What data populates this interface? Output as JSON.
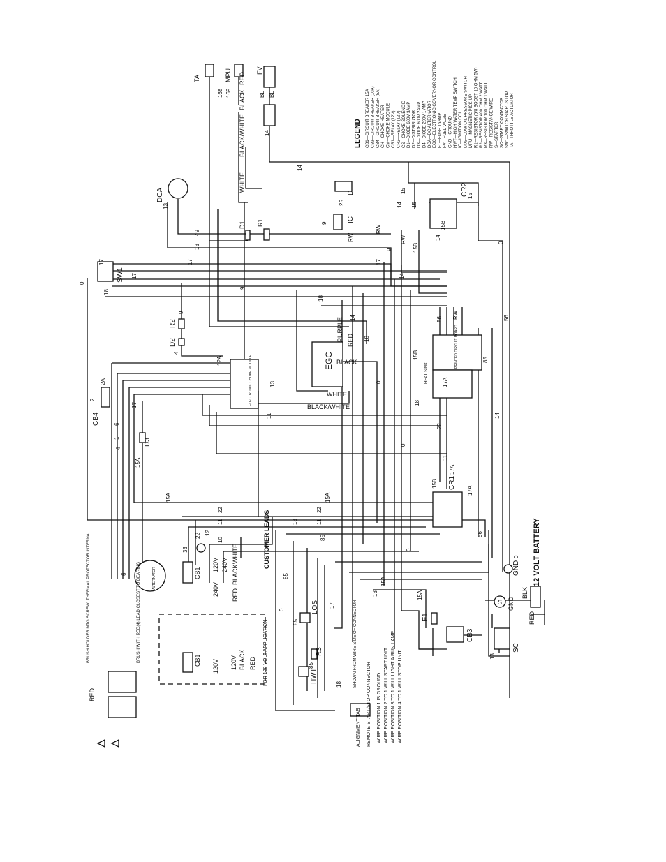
{
  "diagram": {
    "legend": {
      "title": "LEGEND",
      "items": [
        "CB1—CIRCUIT BREAKER 15A",
        "CB3—CIRCUIT BREAKER (10A)",
        "CB4—CIRCUIT BREAKER (5A)",
        "CH—CHOKE HEATER",
        "CM—CHOKE MODULE",
        "CR1—RELAY (12V)",
        "CR2—RELAY (12V)",
        "CS—CHOKE SOLENOID",
        "D1—DIODE 600V 3AMP",
        "D2—DISTRIBUTOR",
        "D3—DIODE 600V 2AMP",
        "D4—DIODE 200V 1 AMP",
        "DCA—DC ALTERNATOR",
        "EGC—ELECTRONIC GOVERNOR CONTROL",
        "F1—FUSE 15AMP",
        "FV—FUEL VALVE",
        "GND—GROUND",
        "HWT—HIGH WATER TEMP SWITCH",
        "IC—IGNITION COIL",
        "LOS—LOW OIL PRESSURE SWITCH",
        "MPU—MAGNETIC PICK-UP",
        "R1—RESISTOR (5/8 BOOST 10 OHM 5W)",
        "R2—RESISTOR 400 OHM 2 WATT",
        "R3—RESISTOR 100 OHM 1 WATT",
        "RW—RESISTANCE WIRE",
        "S—STARTER",
        "SC—START CONTACTOR",
        "SW1—SWITCH START/STOP",
        "TA—THROTTLE ACTUATOR"
      ]
    },
    "component_labels": {
      "ta": "TA",
      "mpu": "MPU",
      "fv": "FV",
      "dca": "DCA",
      "d": "D",
      "ic": "IC",
      "cr2": "CR2",
      "cr1": "CR1",
      "sw1": "SW1",
      "egc": "EGC",
      "cb4": "CB4",
      "cb1": "CB1",
      "cb1_alt": "CB1",
      "cb3": "CB3",
      "d1": "D1",
      "d2": "D2",
      "d3": "D3",
      "r1": "R1",
      "r2": "R2",
      "r3": "R3",
      "f1": "F1",
      "los": "LOS",
      "hwt": "HWT",
      "sc": "SC",
      "s": "S",
      "gnd": "GND",
      "gnd_sc": "GND",
      "alternator": "ALTERNATOR",
      "heat_sink": "HEAT SINK",
      "ch_module": "ELECTRONIC CHOKE MODULE",
      "control_board": "PRINTED CIRCUIT BOARD"
    },
    "wire_colors": {
      "white": "WHITE",
      "black_white": "BLACK/WHITE",
      "black_arrow": "BLACK",
      "red_arrow": "RED",
      "bl1": "BL",
      "bl2": "BL",
      "purple": "PURPLE",
      "red_egc": "RED",
      "black_egc": "BLACK",
      "white_egc": "WHITE",
      "black_white_egc": "BLACK/WHITE",
      "rw1": "RW",
      "rw2": "RW",
      "rw3": "RW",
      "rw4": "RW",
      "red_battery": "RED",
      "blk_battery": "BLK",
      "white_cust": "WHITE",
      "black_cust": "BLACK",
      "red_cust": "RED",
      "black_120": "BLACK",
      "red_120": "RED",
      "red_brush": "RED"
    },
    "voltage_labels": {
      "v120_a": "120V",
      "v240": "240V",
      "v120_b": "120V",
      "v120_c": "120V",
      "v240_b": "240V",
      "battery": "12 VOLT BATTERY"
    },
    "notes": {
      "customer_leads": "CUSTOMER LEADS",
      "app_120": "FOR 120 VOLT APPLICATION",
      "brush_holder": "BRUSH HOLDER MTG SCREW",
      "brush_red": "BRUSH WITH RED(4) LEAD CLOSEST TO BEARING",
      "thermal": "THERMAL PROTECTOR INTERNAL",
      "alignment": "ALIGNMENT TAB",
      "remote": "REMOTE START/STOP CONNECTOR",
      "shown": "SHOWN FROM WIRE SIDE OF CONNECTOR",
      "wp1": "WIRE POSITION 1 IS GROUND",
      "wp2": "WIRE POSITION 2 TO 1 WILL START UNIT",
      "wp3": "WIRE POSITION 3 TO 1 WILL LIGHT A RUN LAMP",
      "wp4": "WIRE POSITION 4 TO 1 WILL STOP UNIT"
    },
    "wire_numbers": [
      {
        "id": "n168",
        "t": "168"
      },
      {
        "id": "n169",
        "t": "169"
      },
      {
        "id": "n14a",
        "t": "14"
      },
      {
        "id": "n14b",
        "t": "14"
      },
      {
        "id": "n14c",
        "t": "14"
      },
      {
        "id": "n14d",
        "t": "14"
      },
      {
        "id": "n14e",
        "t": "14"
      },
      {
        "id": "n14f",
        "t": "14"
      },
      {
        "id": "n14g",
        "t": "14"
      },
      {
        "id": "n15a",
        "t": "15"
      },
      {
        "id": "n15b",
        "t": "15"
      },
      {
        "id": "n15c",
        "t": "15"
      },
      {
        "id": "n13a",
        "t": "13"
      },
      {
        "id": "n13b",
        "t": "13"
      },
      {
        "id": "n13c",
        "t": "13"
      },
      {
        "id": "n13d",
        "t": "13"
      },
      {
        "id": "n13e",
        "t": "13"
      },
      {
        "id": "n49",
        "t": "49"
      },
      {
        "id": "n25",
        "t": "25"
      },
      {
        "id": "n9a",
        "t": "9"
      },
      {
        "id": "n9b",
        "t": "9"
      },
      {
        "id": "n9c",
        "t": "9"
      },
      {
        "id": "n9d",
        "t": "9"
      },
      {
        "id": "n17a",
        "t": "17"
      },
      {
        "id": "n17b",
        "t": "17"
      },
      {
        "id": "n17c",
        "t": "17"
      },
      {
        "id": "n17d",
        "t": "17"
      },
      {
        "id": "n17e",
        "t": "17"
      },
      {
        "id": "n17f",
        "t": "17"
      },
      {
        "id": "n18a",
        "t": "18"
      },
      {
        "id": "n18b",
        "t": "18"
      },
      {
        "id": "n18c",
        "t": "18"
      },
      {
        "id": "n18d",
        "t": "18"
      },
      {
        "id": "n18e",
        "t": "18"
      },
      {
        "id": "n0a",
        "t": "0"
      },
      {
        "id": "n0b",
        "t": "0"
      },
      {
        "id": "n0c",
        "t": "0"
      },
      {
        "id": "n0d",
        "t": "0"
      },
      {
        "id": "n0e",
        "t": "0"
      },
      {
        "id": "n0f",
        "t": "0"
      },
      {
        "id": "n0g",
        "t": "0"
      },
      {
        "id": "n158a",
        "t": "15B"
      },
      {
        "id": "n158b",
        "t": "15B"
      },
      {
        "id": "n158c",
        "t": "15B"
      },
      {
        "id": "n158d",
        "t": "15B"
      },
      {
        "id": "n85a",
        "t": "85"
      },
      {
        "id": "n85b",
        "t": "85"
      },
      {
        "id": "n85c",
        "t": "85"
      },
      {
        "id": "n85d",
        "t": "85"
      },
      {
        "id": "n85e",
        "t": "85"
      },
      {
        "id": "n56a",
        "t": "56"
      },
      {
        "id": "n56b",
        "t": "56"
      },
      {
        "id": "n56c",
        "t": "56"
      },
      {
        "id": "n22a",
        "t": "22"
      },
      {
        "id": "n22b",
        "t": "22"
      },
      {
        "id": "n22c",
        "t": "22"
      },
      {
        "id": "n22d",
        "t": "22"
      },
      {
        "id": "n11a",
        "t": "11"
      },
      {
        "id": "n11b",
        "t": "11"
      },
      {
        "id": "n11c",
        "t": "11"
      },
      {
        "id": "n11d",
        "t": "11"
      },
      {
        "id": "n15Aa",
        "t": "15A"
      },
      {
        "id": "n15Ab",
        "t": "15A"
      },
      {
        "id": "n15Ac",
        "t": "15A"
      },
      {
        "id": "n15Ad",
        "t": "15A"
      },
      {
        "id": "n15Ae",
        "t": "15A"
      },
      {
        "id": "n17Aa",
        "t": "17A"
      },
      {
        "id": "n17Ab",
        "t": "17A"
      },
      {
        "id": "n17Ac",
        "t": "17A"
      },
      {
        "id": "n12a",
        "t": "12A"
      },
      {
        "id": "n2a",
        "t": "2A"
      },
      {
        "id": "n2",
        "t": "2"
      },
      {
        "id": "n6a",
        "t": "6"
      },
      {
        "id": "n6b",
        "t": "6"
      },
      {
        "id": "n1",
        "t": "1"
      },
      {
        "id": "n4a",
        "t": "4"
      },
      {
        "id": "n4b",
        "t": "4"
      },
      {
        "id": "n33",
        "t": "33"
      },
      {
        "id": "n12b",
        "t": "12"
      },
      {
        "id": "n10",
        "t": "10"
      },
      {
        "id": "n13f",
        "t": "13"
      }
    ]
  }
}
